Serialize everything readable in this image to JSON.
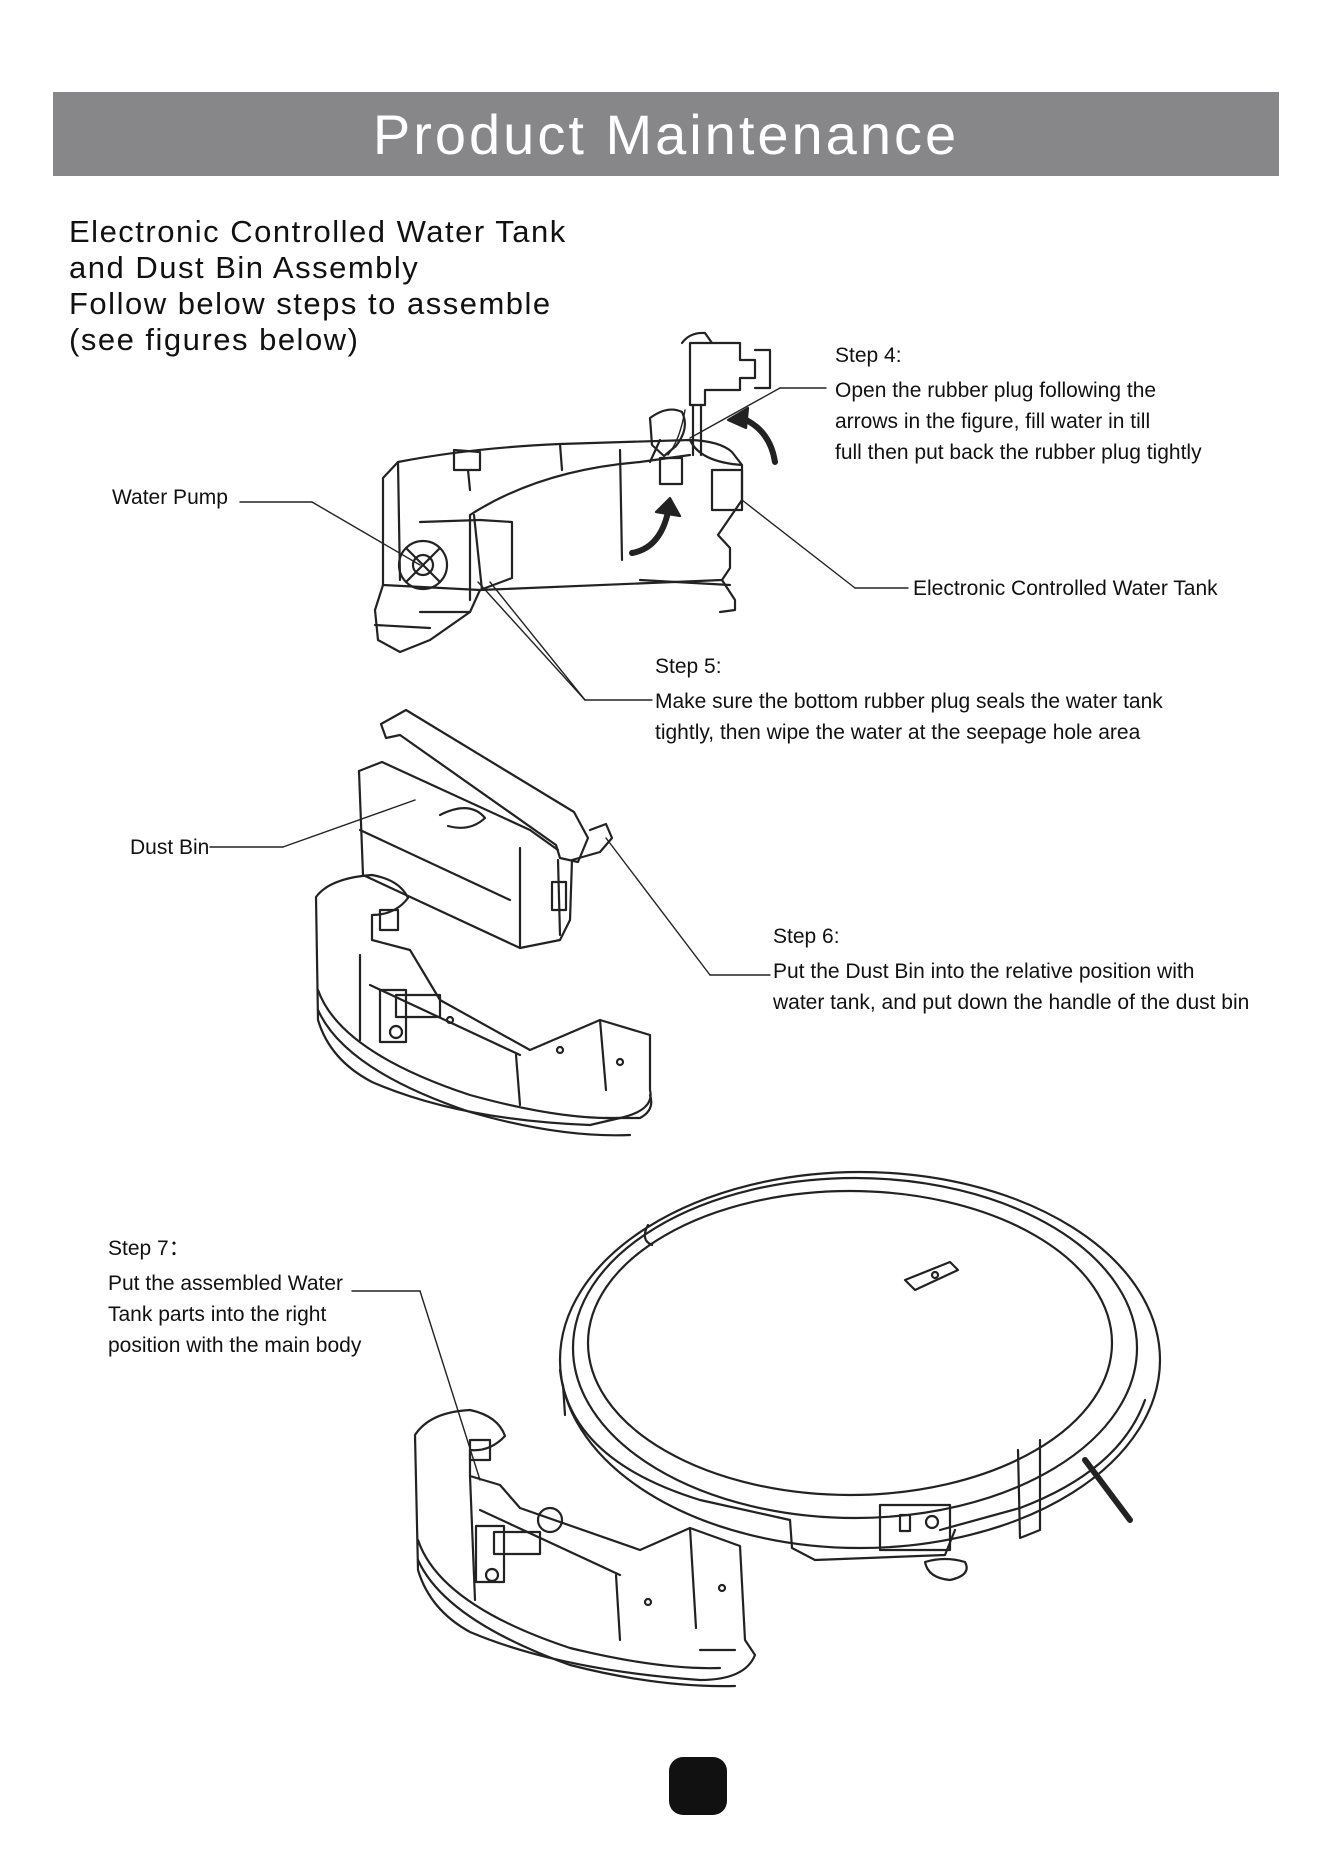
{
  "header": {
    "title": "Product Maintenance"
  },
  "intro": {
    "lines": [
      "Electronic Controlled Water Tank",
      "and Dust Bin Assembly",
      "Follow below steps to assemble",
      "(see figures below)"
    ]
  },
  "labels": {
    "water_pump": "Water Pump",
    "water_tank": "Electronic Controlled Water Tank",
    "dust_bin": "Dust Bin"
  },
  "steps": [
    {
      "title": "Step 4:",
      "lines": [
        "Open the rubber plug following the",
        "arrows in the figure, fill water in till",
        "full then put back the rubber plug tightly"
      ]
    },
    {
      "title": "Step 5:",
      "lines": [
        "Make sure the bottom rubber plug seals the water tank",
        "tightly, then wipe the water at the seepage hole area"
      ]
    },
    {
      "title": "Step 6:",
      "lines": [
        "Put the Dust Bin into the relative position with",
        "water tank, and put down the handle of the dust bin"
      ]
    },
    {
      "title": "Step 7：",
      "lines": [
        "Put the assembled Water",
        "Tank parts into the right",
        "position with the main body"
      ]
    }
  ],
  "page_number": ""
}
